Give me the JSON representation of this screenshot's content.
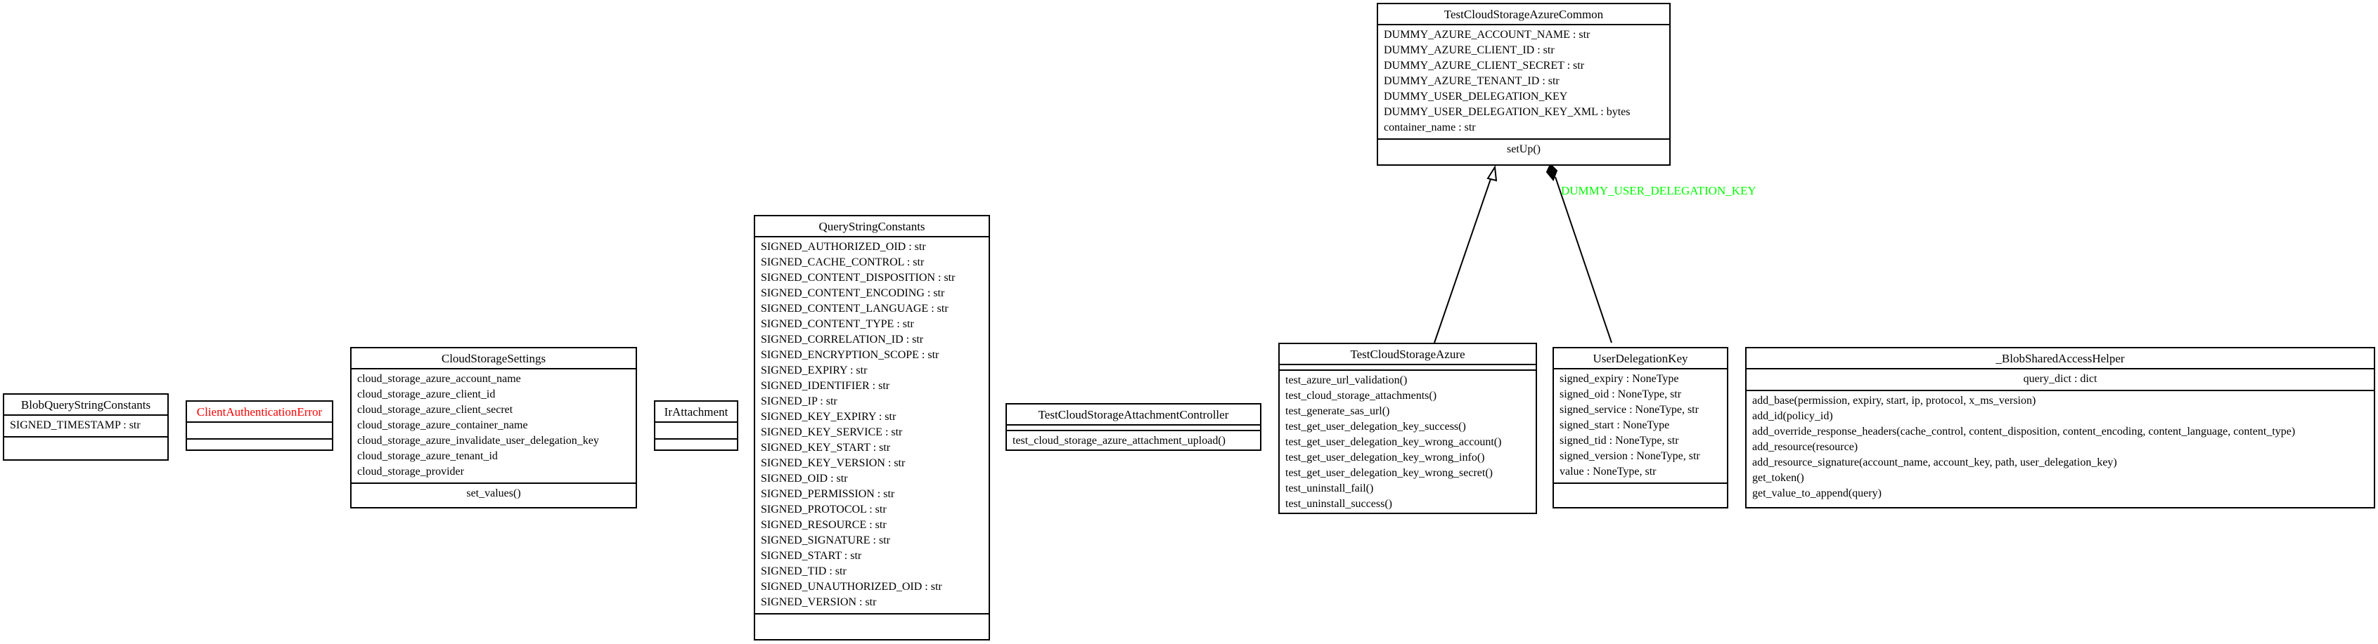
{
  "diagram": {
    "classes": [
      {
        "id": "BlobQueryStringConstants",
        "name": "BlobQueryStringConstants",
        "attributes": [
          "SIGNED_TIMESTAMP : str"
        ],
        "methods": []
      },
      {
        "id": "ClientAuthenticationError",
        "name": "ClientAuthenticationError",
        "attributes": [],
        "methods": []
      },
      {
        "id": "CloudStorageSettings",
        "name": "CloudStorageSettings",
        "attributes": [
          "cloud_storage_azure_account_name",
          "cloud_storage_azure_client_id",
          "cloud_storage_azure_client_secret",
          "cloud_storage_azure_container_name",
          "cloud_storage_azure_invalidate_user_delegation_key",
          "cloud_storage_azure_tenant_id",
          "cloud_storage_provider"
        ],
        "methods": [
          "set_values()"
        ]
      },
      {
        "id": "IrAttachment",
        "name": "IrAttachment",
        "attributes": [],
        "methods": []
      },
      {
        "id": "QueryStringConstants",
        "name": "QueryStringConstants",
        "attributes": [
          "SIGNED_AUTHORIZED_OID : str",
          "SIGNED_CACHE_CONTROL : str",
          "SIGNED_CONTENT_DISPOSITION : str",
          "SIGNED_CONTENT_ENCODING : str",
          "SIGNED_CONTENT_LANGUAGE : str",
          "SIGNED_CONTENT_TYPE : str",
          "SIGNED_CORRELATION_ID : str",
          "SIGNED_ENCRYPTION_SCOPE : str",
          "SIGNED_EXPIRY : str",
          "SIGNED_IDENTIFIER : str",
          "SIGNED_IP : str",
          "SIGNED_KEY_EXPIRY : str",
          "SIGNED_KEY_SERVICE : str",
          "SIGNED_KEY_START : str",
          "SIGNED_KEY_VERSION : str",
          "SIGNED_OID : str",
          "SIGNED_PERMISSION : str",
          "SIGNED_PROTOCOL : str",
          "SIGNED_RESOURCE : str",
          "SIGNED_SIGNATURE : str",
          "SIGNED_START : str",
          "SIGNED_TID : str",
          "SIGNED_UNAUTHORIZED_OID : str",
          "SIGNED_VERSION : str"
        ],
        "methods": []
      },
      {
        "id": "TestCloudStorageAttachmentController",
        "name": "TestCloudStorageAttachmentController",
        "attributes": [],
        "methods": [
          "test_cloud_storage_azure_attachment_upload()"
        ]
      },
      {
        "id": "TestCloudStorageAzureCommon",
        "name": "TestCloudStorageAzureCommon",
        "attributes": [
          "DUMMY_AZURE_ACCOUNT_NAME : str",
          "DUMMY_AZURE_CLIENT_ID : str",
          "DUMMY_AZURE_CLIENT_SECRET : str",
          "DUMMY_AZURE_TENANT_ID : str",
          "DUMMY_USER_DELEGATION_KEY",
          "DUMMY_USER_DELEGATION_KEY_XML : bytes",
          "container_name : str"
        ],
        "methods": [
          "setUp()"
        ]
      },
      {
        "id": "TestCloudStorageAzure",
        "name": "TestCloudStorageAzure",
        "attributes": [],
        "methods": [
          "test_azure_url_validation()",
          "test_cloud_storage_attachments()",
          "test_generate_sas_url()",
          "test_get_user_delegation_key_success()",
          "test_get_user_delegation_key_wrong_account()",
          "test_get_user_delegation_key_wrong_info()",
          "test_get_user_delegation_key_wrong_secret()",
          "test_uninstall_fail()",
          "test_uninstall_success()"
        ]
      },
      {
        "id": "UserDelegationKey",
        "name": "UserDelegationKey",
        "attributes": [
          "signed_expiry : NoneType",
          "signed_oid : NoneType, str",
          "signed_service : NoneType, str",
          "signed_start : NoneType",
          "signed_tid : NoneType, str",
          "signed_version : NoneType, str",
          "value : NoneType, str"
        ],
        "methods": []
      },
      {
        "id": "BlobSharedAccessHelper",
        "name": "_BlobSharedAccessHelper",
        "attributes": [
          "query_dict : dict"
        ],
        "methods": [
          "add_base(permission, expiry, start, ip, protocol, x_ms_version)",
          "add_id(policy_id)",
          "add_override_response_headers(cache_control, content_disposition, content_encoding, content_language, content_type)",
          "add_resource(resource)",
          "add_resource_signature(account_name, account_key, path, user_delegation_key)",
          "get_token()",
          "get_value_to_append(query)"
        ]
      }
    ],
    "relations": [
      {
        "type": "inheritance",
        "from": "TestCloudStorageAzure",
        "to": "TestCloudStorageAzureCommon",
        "label": ""
      },
      {
        "type": "composition",
        "from": "UserDelegationKey",
        "to": "TestCloudStorageAzureCommon",
        "label": "DUMMY_USER_DELEGATION_KEY"
      }
    ],
    "colors": {
      "stroke": "#000000",
      "error_class_title": "#ff0000",
      "relation_label": "#00ff00"
    }
  }
}
